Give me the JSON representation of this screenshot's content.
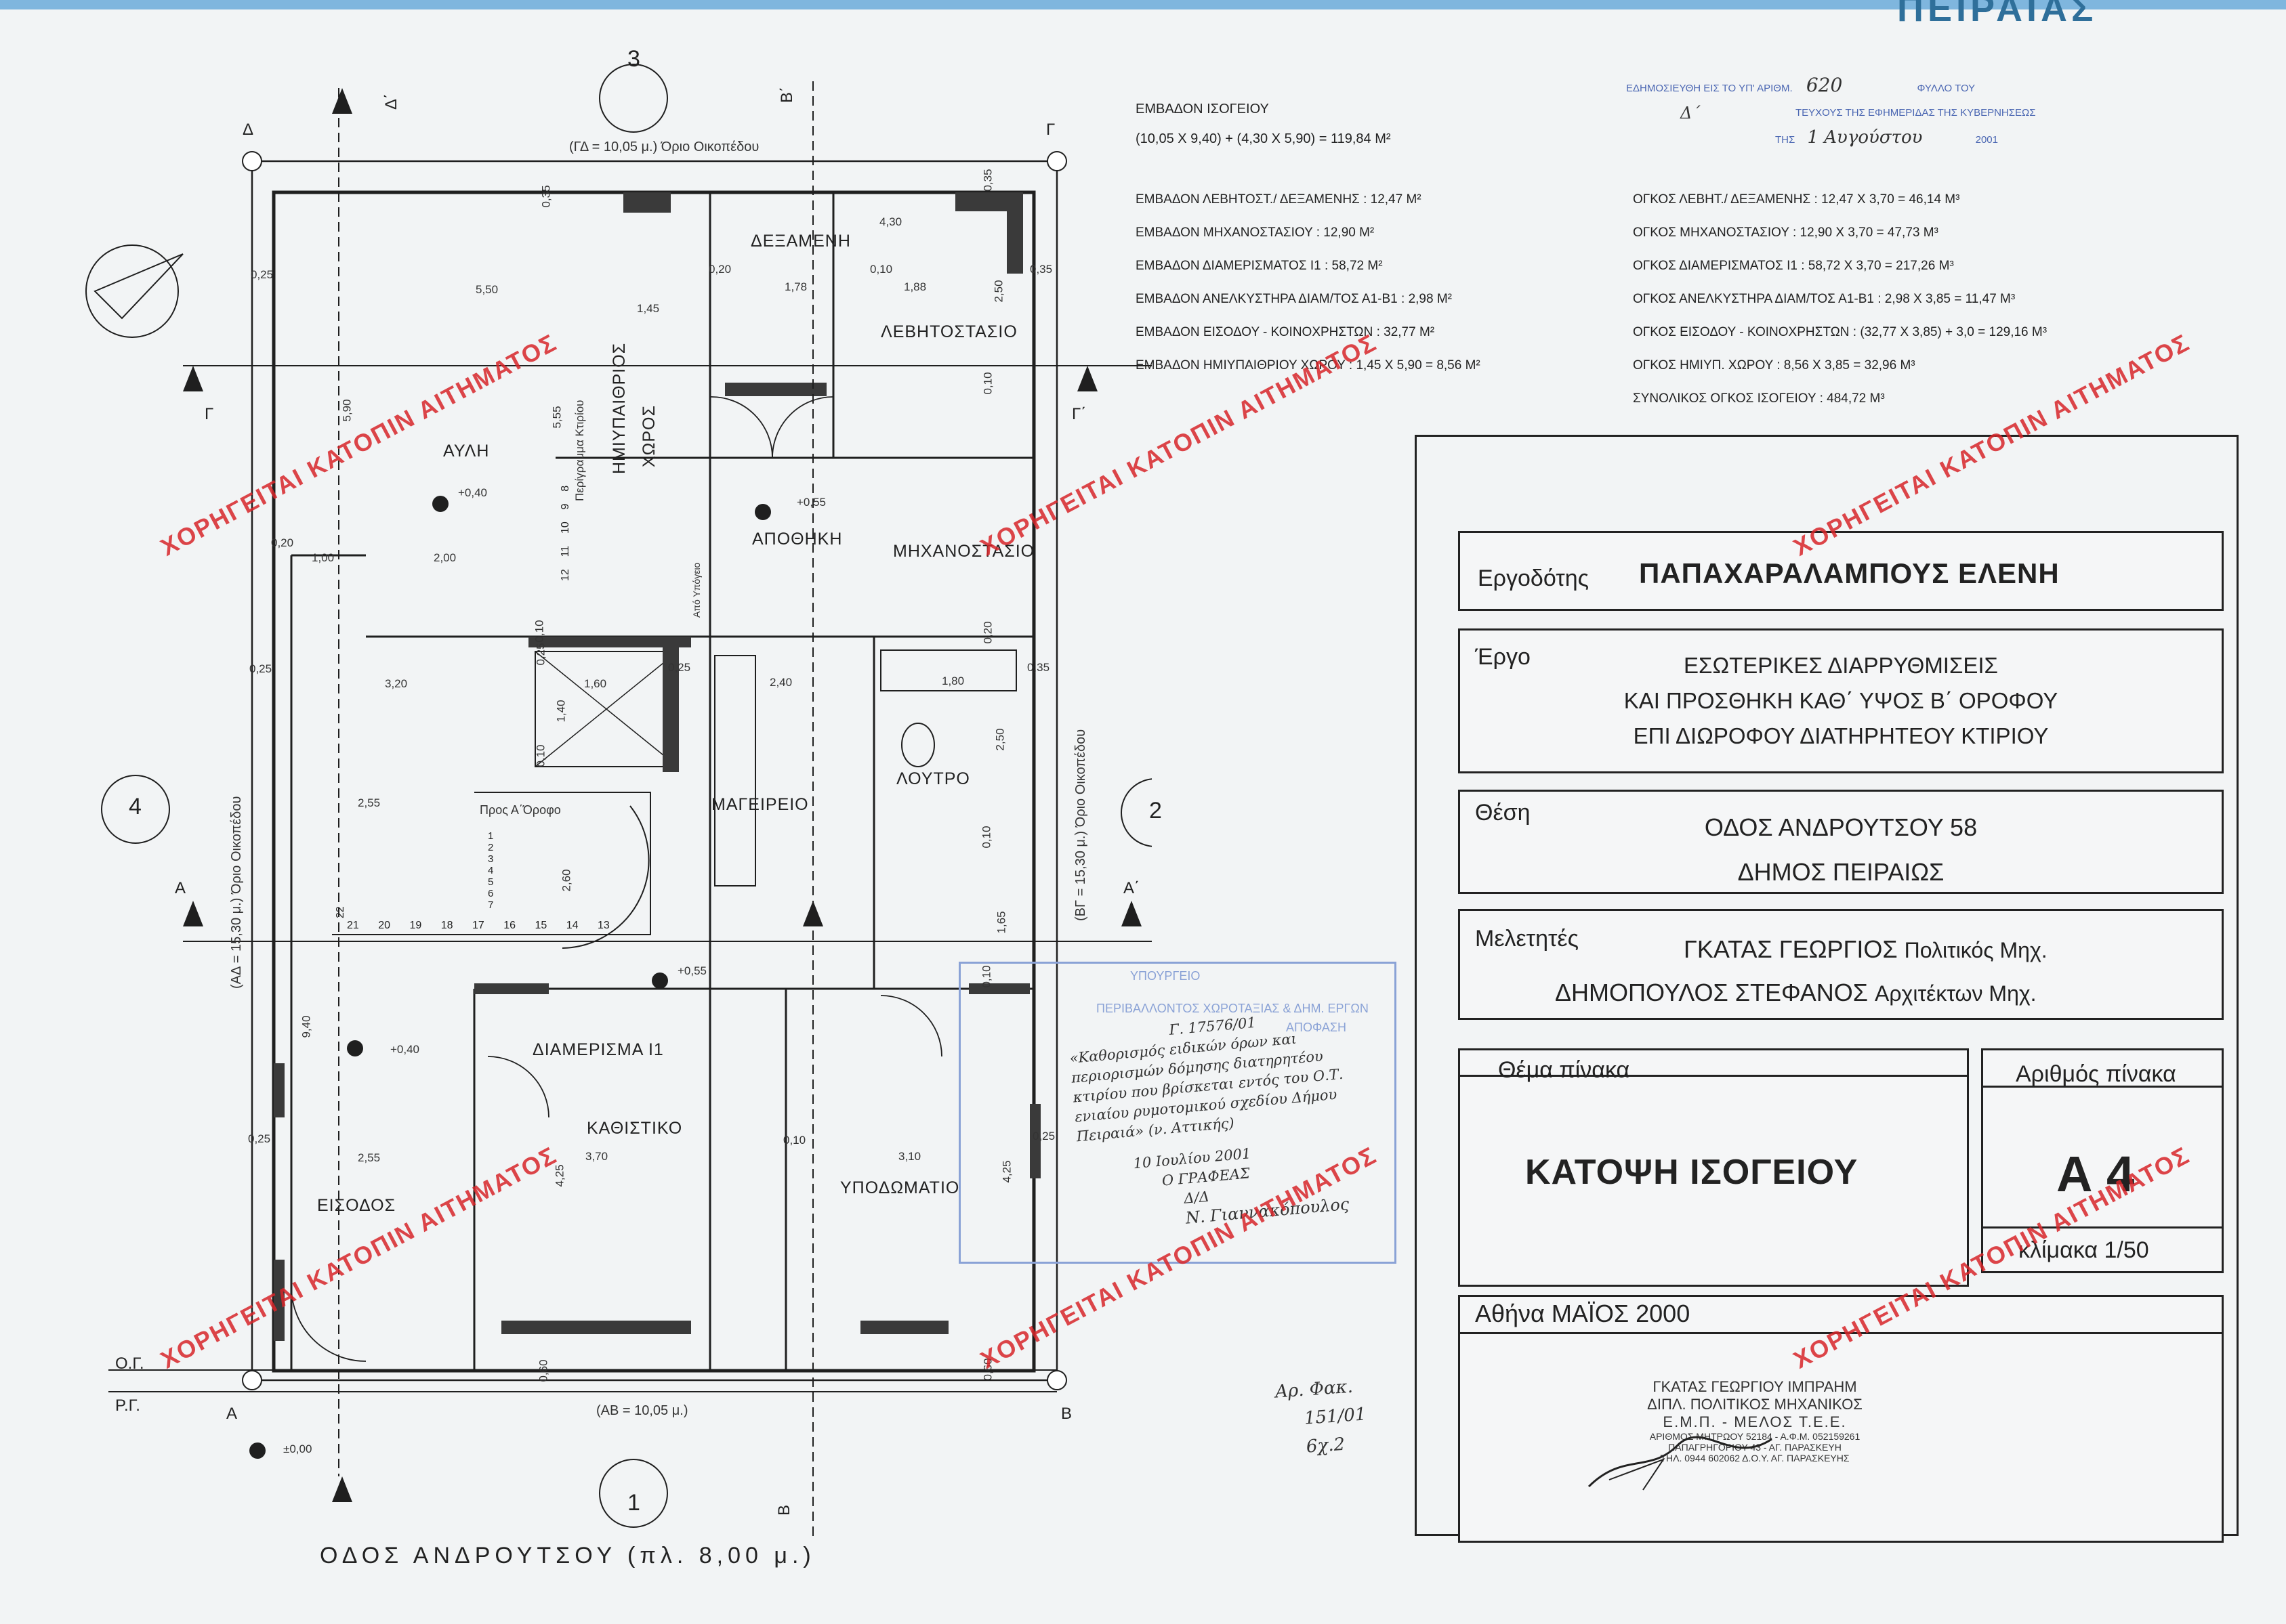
{
  "header": {
    "corner_text": "ΠΕΙΡΑΙΑΣ"
  },
  "gazette_stamp": {
    "line1": "ΕΔΗΜΟΣΙΕΥΘΗ ΕΙΣ ΤΟ ΥΠ' ΑΡΙΘΜ.",
    "number": "620",
    "line1b": "ΦΥΛΛΟ ΤΟΥ",
    "issue": "Δ΄",
    "line2": "ΤΕΥΧΟΥΣ ΤΗΣ ΕΦΗΜΕΡΙΔΑΣ ΤΗΣ ΚΥΒΕΡΝΗΣΕΩΣ",
    "line3a": "ΤΗΣ",
    "date_hand": "1 Αυγούστου",
    "year": "2001"
  },
  "areas": {
    "title": "ΕΜΒΑΔΟΝ ΙΣΟΓΕΙΟΥ",
    "formula": "(10,05 Χ 9,40) + (4,30 Χ 5,90) = 119,84 Μ²",
    "list": [
      "ΕΜΒΑΔΟΝ ΛΕΒΗΤΟΣΤ./ ΔΕΞΑΜΕΝΗΣ : 12,47 Μ²",
      "ΕΜΒΑΔΟΝ ΜΗΧΑΝΟΣΤΑΣΙΟΥ : 12,90 Μ²",
      "ΕΜΒΑΔΟΝ ΔΙΑΜΕΡΙΣΜΑΤΟΣ Ι1 : 58,72 Μ²",
      "ΕΜΒΑΔΟΝ ΑΝΕΛΚΥΣΤΗΡΑ ΔΙΑΜ/ΤΟΣ Α1-Β1 : 2,98 Μ²",
      "ΕΜΒΑΔΟΝ ΕΙΣΟΔΟΥ - ΚΟΙΝΟΧΡΗΣΤΩΝ : 32,77 Μ²",
      "ΕΜΒΑΔΟΝ ΗΜΙΥΠΑΙΘΡΙΟΥ ΧΩΡΟΥ : 1,45 Χ 5,90 = 8,56 Μ²"
    ],
    "volumes": [
      "ΟΓΚΟΣ ΛΕΒΗΤ./ ΔΕΞΑΜΕΝΗΣ : 12,47 Χ 3,70 = 46,14 Μ³",
      "ΟΓΚΟΣ ΜΗΧΑΝΟΣΤΑΣΙΟΥ : 12,90 Χ 3,70 = 47,73 Μ³",
      "ΟΓΚΟΣ ΔΙΑΜΕΡΙΣΜΑΤΟΣ Ι1 : 58,72 Χ 3,70 = 217,26 Μ³",
      "ΟΓΚΟΣ ΑΝΕΛΚΥΣΤΗΡΑ ΔΙΑΜ/ΤΟΣ Α1-Β1 : 2,98 Χ 3,85 = 11,47 Μ³",
      "ΟΓΚΟΣ ΕΙΣΟΔΟΥ - ΚΟΙΝΟΧΡΗΣΤΩΝ : (32,77 Χ 3,85) + 3,0 = 129,16 Μ³",
      "ΟΓΚΟΣ ΗΜΙΥΠ. ΧΩΡΟΥ : 8,56 Χ 3,85 = 32,96 Μ³",
      "ΣΥΝΟΛΙΚΟΣ ΟΓΚΟΣ ΙΣΟΓΕΙΟΥ : 484,72 Μ³"
    ]
  },
  "title_block": {
    "client_label": "Εργοδότης",
    "client": "ΠΑΠΑΧΑΡΑΛΑΜΠΟΥΣ ΕΛΕΝΗ",
    "project_label": "Έργο",
    "project_lines": [
      "ΕΣΩΤΕΡΙΚΕΣ ΔΙΑΡΡΥΘΜΙΣΕΙΣ",
      "ΚΑΙ ΠΡΟΣΘΗΚΗ ΚΑΘ΄ ΥΨΟΣ Β΄ ΟΡΟΦΟΥ",
      "ΕΠΙ ΔΙΩΡΟΦΟΥ ΔΙΑΤΗΡΗΤΕΟΥ ΚΤΙΡΙΟΥ"
    ],
    "location_label": "Θέση",
    "location_lines": [
      "ΟΔΟΣ ΑΝΔΡΟΥΤΣΟΥ 58",
      "ΔΗΜΟΣ ΠΕΙΡΑΙΩΣ"
    ],
    "designers_label": "Μελετητές",
    "designer1_name": "ΓΚΑΤΑΣ ΓΕΩΡΓΙΟΣ",
    "designer1_role": "Πολιτικός Μηχ.",
    "designer2_name": "ΔΗΜΟΠΟΥΛΟΣ ΣΤΕΦΑΝΟΣ",
    "designer2_role": "Αρχιτέκτων Μηχ.",
    "subject_label": "Θέμα πίνακα",
    "subject": "ΚΑΤΟΨΗ ΙΣΟΓΕΙΟΥ",
    "sheet_label": "Αριθμός πίνακα",
    "sheet": "Α 4",
    "scale": "κλίμακα 1/50",
    "place_date": "Αθήνα ΜΑΪΟΣ 2000"
  },
  "engineer_stamp": {
    "lines": [
      "ΓΚΑΤΑΣ ΓΕΩΡΓΙΟΥ ΙΜΠΡΑΗΜ",
      "ΔΙΠΛ. ΠΟΛΙΤΙΚΟΣ ΜΗΧΑΝΙΚΟΣ",
      "Ε.Μ.Π. - ΜΕΛΟΣ Τ.Ε.Ε."
    ],
    "small": [
      "ΑΡΙΘΜΟΣ ΜΗΤΡΩΟΥ 52184 - Α.Φ.Μ. 052159261",
      "ΠΑΠΑΓΡΗΓΟΡΙΟΥ 43 - ΑΓ. ΠΑΡΑΣΚΕΥΗ",
      "ΤΗΛ. 0944 602062 Δ.Ο.Υ. ΑΓ. ΠΑΡΑΣΚΕΥΗΣ"
    ]
  },
  "watermark": "ΧΟΡΗΓΕΙΤΑΙ ΚΑΤΟΠΙΝ ΑΙΤΗΜΑΤΟΣ",
  "plan": {
    "rooms": {
      "tank": "ΔΕΞΑΜΕΝΗ",
      "boiler": "ΛΕΒΗΤΟΣΤΑΣΙΟ",
      "yard": "ΑΥΛΗ",
      "semi_open_1": "ΗΜΙΥΠΑΙΘΡΙΟΣ",
      "semi_open_2": "ΧΩΡΟΣ",
      "storage": "ΑΠΟΘΗΚΗ",
      "machine": "ΜΗΧΑΝΟΣΤΑΣΙΟ",
      "kitchen": "ΜΑΓΕΙΡΕΙΟ",
      "bath": "ΛΟΥΤΡΟ",
      "apartment": "ΔΙΑΜΕΡΙΣΜΑ Ι1",
      "living": "ΚΑΘΙΣΤΙΚΟ",
      "bedroom": "ΥΠΟΔΩΜΑΤΙΟ",
      "entrance": "ΕΙΣΟΔΟΣ"
    },
    "street": "ΟΔΟΣ ΑΝΔΡΟΥΤΣΟΥ (πλ. 8,00 μ.)",
    "top_boundary": "(ΓΔ = 10,05 μ.) Όριο Οικοπέδου",
    "bottom_boundary": "(ΑΒ = 10,05 μ.)",
    "left_boundary": "(ΑΔ = 15,30 μ.) Όριο Οικοπέδου",
    "right_boundary": "(ΒΓ = 15,30 μ.) Όριο Οικοπέδου",
    "perimeter_label": "Περίγραμμα Κτιρίου",
    "stairs_up": "Προς Α΄Όροφο",
    "stairs_basement": "Από Υπόγειο",
    "og": "Ο.Γ.",
    "rg": "Ρ.Γ.",
    "corners": {
      "A": "Α",
      "B": "Β",
      "G": "Γ",
      "D": "Δ"
    },
    "section_labels": {
      "a": "Α",
      "a2": "Α΄",
      "b": "Β",
      "b2": "Β΄",
      "g": "Γ",
      "g2": "Γ΄",
      "d": "Δ",
      "d2": "Δ΄"
    },
    "section_numbers": {
      "n1": "1",
      "n2": "2",
      "n3": "3",
      "n4": "4"
    },
    "levels": {
      "yard": "+0,40",
      "storage": "+0,55",
      "apartment": "+0,55",
      "entrance": "+0,40",
      "street": "±0,00"
    },
    "dims": {
      "d035a": "0,35",
      "d035b": "0,35",
      "d025a": "0,25",
      "d550": "5,50",
      "d145": "1,45",
      "d430": "4,30",
      "d020a": "0,20",
      "d178": "1,78",
      "d010a": "0,10",
      "d188": "1,88",
      "d250a": "2,50",
      "d035c": "0,35",
      "d590": "5,90",
      "d555": "5,55",
      "d020b": "0,20",
      "d100": "1,00",
      "d200": "2,00",
      "d025b": "0,25",
      "d025c": "0,25",
      "d320": "3,20",
      "d160": "1,60",
      "d025d": "0,25",
      "d240": "2,40",
      "d180": "1,80",
      "d035d": "0,35",
      "d140": "1,40",
      "d010b": "0,10",
      "d250b": "2,50",
      "d255a": "2,55",
      "d260": "2,60",
      "d010c": "0,10",
      "d165": "1,65",
      "d940": "9,40",
      "d010d": "0,10",
      "d025e": "0,25",
      "d370": "3,70",
      "d425a": "4,25",
      "d310": "3,10",
      "d425b": "4,25",
      "d255b": "2,55",
      "d025f": "0,25",
      "d060a": "0,60",
      "d060b": "0,60",
      "d010e": "0,10",
      "d010f": "0,10",
      "d020c": "0,20",
      "d010g": "0,10"
    },
    "stair_steps_top": [
      "12",
      "11",
      "10",
      "9",
      "8"
    ],
    "stair_steps_bottom": [
      "22",
      "21",
      "20",
      "19",
      "18",
      "17",
      "16",
      "15",
      "14",
      "13"
    ],
    "stair_steps_turn": [
      "1",
      "2",
      "3",
      "4",
      "5",
      "6",
      "7"
    ]
  },
  "ministry_stamp": {
    "line1": "ΥΠΟΥΡΓΕΙΟ",
    "line2": "ΠΕΡΙΒΑΛΛΟΝΤΟΣ ΧΩΡΟΤΑΞΙΑΣ & ΔΗΜ. ΕΡΓΩΝ",
    "line3": "ΑΠΟΦΑΣΗ"
  },
  "handwritten": {
    "ref": "Γ. 17576/01",
    "body": [
      "«Καθορισμός ειδικών όρων και",
      "περιορισμών δόμησης διατηρητέου",
      "κτιρίου που βρίσκεται εντός του Ο.Τ.",
      "ενιαίου ρυμοτομικού σχεδίου Δήμου",
      "Πειραιά» (ν. Αττικής)"
    ],
    "date": "10 Ιουλίου 2001",
    "sig1": "Ο ΓΡΑΦΕΑΣ",
    "sig2": "Ν. Γιαννακόπουλος",
    "sig_da": "Δ/Δ",
    "note1": "Αρ. Φακ.",
    "note2": "151/01",
    "note3": "6χ.2"
  }
}
